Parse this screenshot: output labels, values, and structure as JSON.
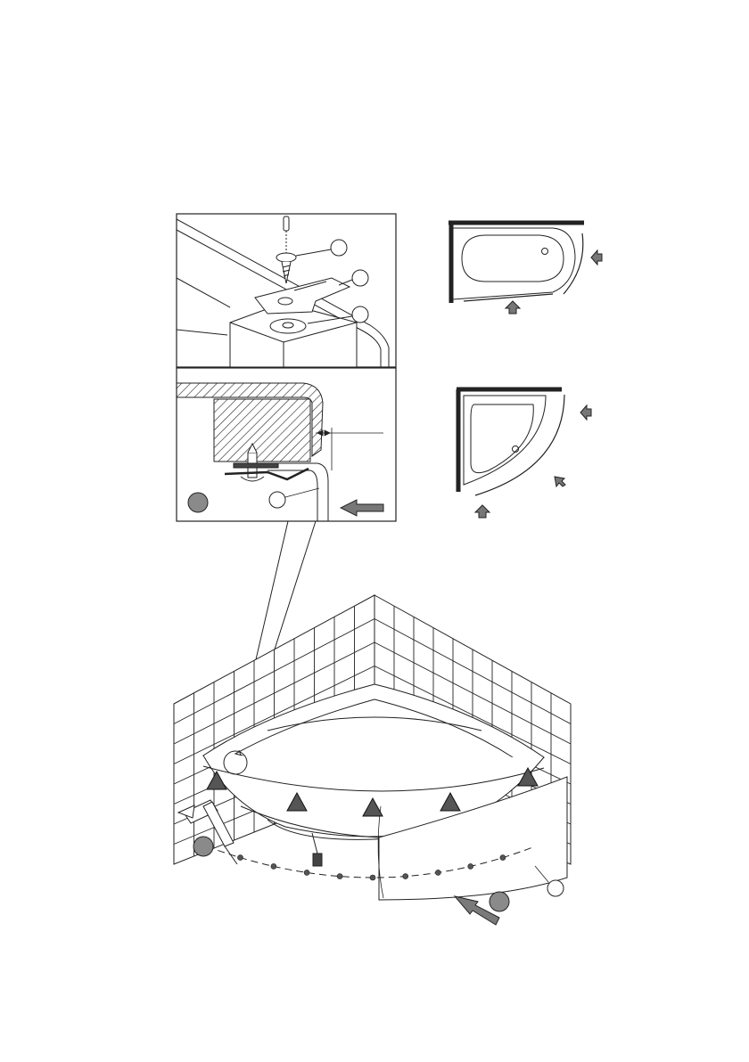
{
  "page": {
    "background": "#ffffff",
    "line_color": "#1a1a1a",
    "marker_fill": "#555555",
    "marker_outline": "#111111",
    "step_badge_fill": "#8a8a8a",
    "arrow_fill": "#7a7a7a"
  },
  "detail_top": {
    "callouts": [
      "",
      "",
      ""
    ],
    "parts": [
      "screwdriver-icon",
      "screw-washer",
      "mounting-bracket",
      "rubber-washer",
      "bathtub-rim",
      "support-block"
    ]
  },
  "detail_section": {
    "step_badge": "",
    "panel_callout": "",
    "parts": [
      "tub-rim-section",
      "hatched-wooden-block",
      "bracket-screw",
      "front-panel-edge",
      "push-direction-arrow"
    ]
  },
  "layouts": {
    "rectangular_tub": {
      "arrows": [
        "right-side-arrow",
        "front-arrow"
      ]
    },
    "corner_tub": {
      "arrows": [
        "right-side-arrow",
        "diagonal-arrow",
        "front-arrow"
      ]
    }
  },
  "main_view": {
    "step_badges": [
      "",
      ""
    ],
    "panel_callout": "",
    "bracket_markers": 6,
    "parts": [
      "tiled-wall-left",
      "tiled-wall-right",
      "corner-bathtub",
      "curved-front-panel",
      "adjustable-feet",
      "sealant-gun-icon",
      "fixing-dots",
      "push-direction-arrow"
    ]
  }
}
